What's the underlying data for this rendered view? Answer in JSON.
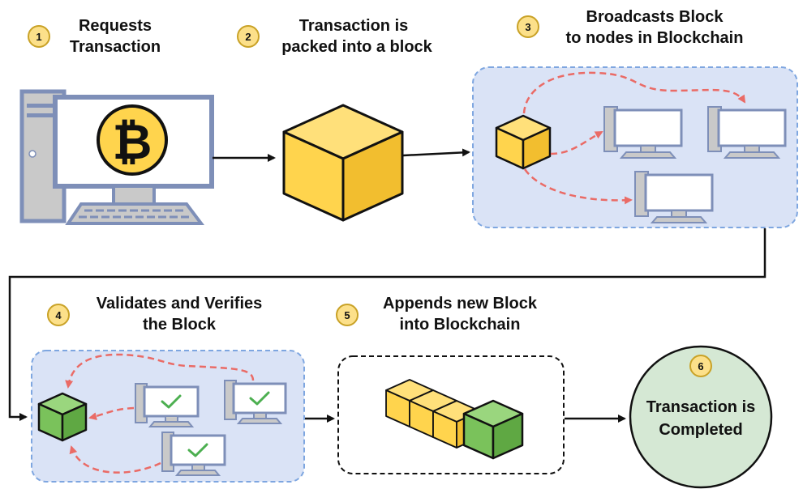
{
  "steps": [
    {
      "number": "1",
      "label_lines": [
        "Requests",
        "Transaction"
      ]
    },
    {
      "number": "2",
      "label_lines": [
        "Transaction is",
        "packed into a block"
      ]
    },
    {
      "number": "3",
      "label_lines": [
        "Broadcasts Block",
        "to nodes in Blockchain"
      ]
    },
    {
      "number": "4",
      "label_lines": [
        "Validates and Verifies",
        "the Block"
      ]
    },
    {
      "number": "5",
      "label_lines": [
        "Appends new Block",
        "into Blockchain"
      ]
    },
    {
      "number": "6",
      "label_lines": [
        "Transaction is",
        "Completed"
      ]
    }
  ],
  "icons": {
    "currency": "bitcoin-icon",
    "check": "checkmark-icon"
  },
  "colors": {
    "badge_fill": "#FCE08A",
    "badge_stroke": "#C9A227",
    "block_yellow_front": "#FFD44D",
    "block_yellow_top": "#FFE07A",
    "block_yellow_side": "#F2BE2F",
    "block_green_front": "#7AC25B",
    "block_green_top": "#9AD67E",
    "block_green_side": "#5FA843",
    "panel_fill": "#DAE3F6",
    "panel_border": "#7EA6E0",
    "dashed_arrow": "#EA6B66",
    "monitor_frame": "#7E8FB8",
    "completed_fill": "#D5E8D4",
    "completed_stroke": "#111111",
    "check_green": "#4CAF50",
    "arrow": "#111111"
  }
}
